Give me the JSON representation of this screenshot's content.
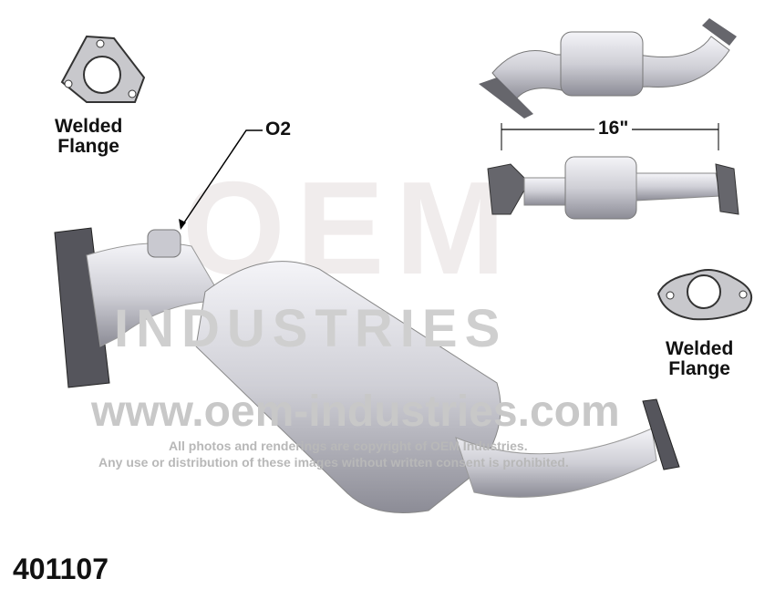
{
  "watermark": {
    "logo": "OEM",
    "brand": "INDUSTRIES",
    "url": "www.oem-industries.com",
    "copyright_line1": "All photos and renderings are copyright of OEM Industries.",
    "copyright_line2": "Any use or distribution of these images without written consent is prohibited."
  },
  "labels": {
    "welded_flange_left_1": "Welded",
    "welded_flange_left_2": "Flange",
    "o2": "O2",
    "dimension": "16\"",
    "welded_flange_right_1": "Welded",
    "welded_flange_right_2": "Flange",
    "part_number": "401107"
  }
}
